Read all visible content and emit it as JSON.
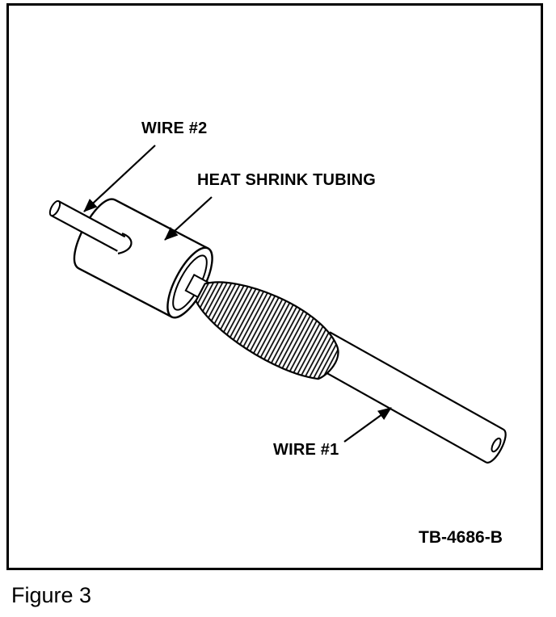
{
  "figure": {
    "caption": "Figure 3",
    "reference_code": "TB-4686-B",
    "labels": {
      "wire2": "WIRE #2",
      "heat_shrink": "HEAT SHRINK TUBING",
      "wire1": "WIRE #1"
    },
    "illustration": {
      "type": "technical-line-drawing",
      "subject": "wire splice with heat shrink tubing",
      "parts": [
        "wire-2",
        "heat-shrink-tubing",
        "twisted-wire-splice",
        "wire-1"
      ]
    },
    "colors": {
      "ink": "#000000",
      "background": "#ffffff"
    }
  }
}
